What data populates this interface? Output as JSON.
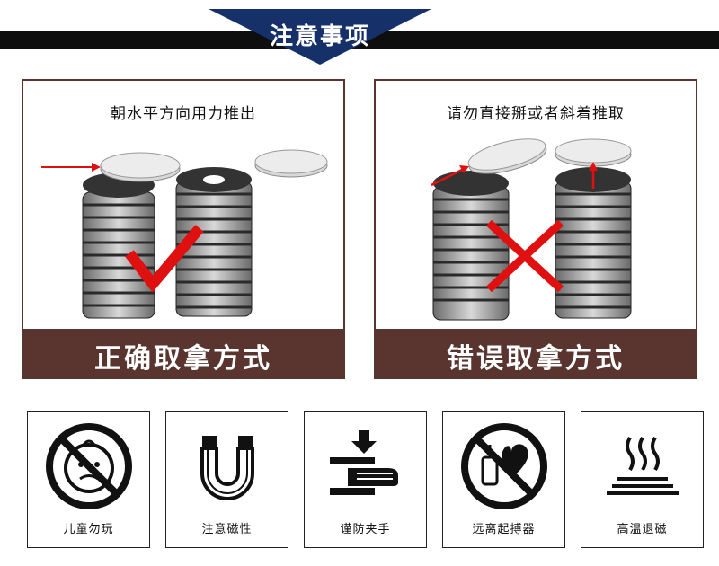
{
  "header": {
    "title": "注意事项"
  },
  "panels": [
    {
      "caption": "朝水平方向用力推出",
      "footer": "正确取拿方式"
    },
    {
      "caption": "请勿直接掰或者斜着推取",
      "footer": "错误取拿方式"
    }
  ],
  "icons": [
    {
      "label": "儿童勿玩",
      "icon": "child-prohibited-icon"
    },
    {
      "label": "注意磁性",
      "icon": "magnet-icon"
    },
    {
      "label": "谨防夹手",
      "icon": "hand-pinch-icon"
    },
    {
      "label": "远离起搏器",
      "icon": "pacemaker-prohibited-icon"
    },
    {
      "label": "高温退磁",
      "icon": "heat-icon"
    }
  ],
  "colors": {
    "panel_brown": "#5a3530",
    "header_navy": "#16306a",
    "arrow_red": "#e01010"
  }
}
